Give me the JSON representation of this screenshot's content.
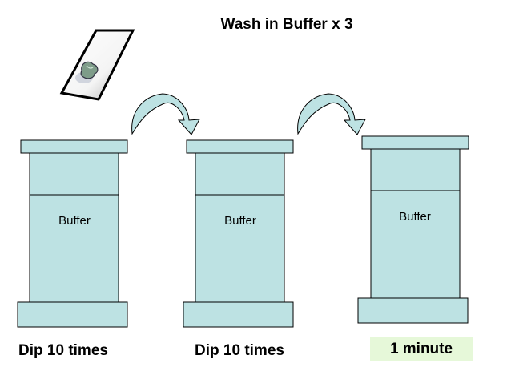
{
  "title": "Wash in Buffer x 3",
  "colors": {
    "container_fill": "#bde2e3",
    "arrow_fill": "#bde2e3",
    "outline": "#000000",
    "highlight_fill": "#e6f8d9"
  },
  "steps": [
    {
      "container_label": "Buffer",
      "caption": "Dip 10 times"
    },
    {
      "container_label": "Buffer",
      "caption": "Dip 10 times"
    },
    {
      "container_label": "Buffer",
      "caption": "1 minute"
    }
  ]
}
